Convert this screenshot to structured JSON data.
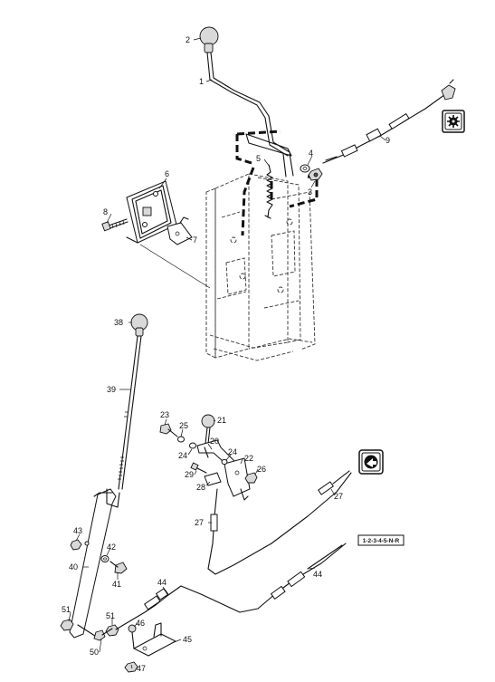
{
  "labels": {
    "l1": "1",
    "l2": "2",
    "l3": "3",
    "l4": "4",
    "l5": "5",
    "l6": "6",
    "l7": "7",
    "l8": "8",
    "l9": "9",
    "l20": "20",
    "l21": "21",
    "l22": "22",
    "l23": "23",
    "l24a": "24",
    "l24b": "24",
    "l25": "25",
    "l26": "26",
    "l27a": "27",
    "l27b": "27",
    "l28": "28",
    "l29": "29",
    "l38": "38",
    "l39": "39",
    "l40": "40",
    "l41": "41",
    "l42": "42",
    "l43": "43",
    "l44a": "44",
    "l44b": "44",
    "l45": "45",
    "l46": "46",
    "l47": "47",
    "l50": "50",
    "l51a": "51",
    "l51b": "51"
  },
  "model_code": "1-2-3-4-5-N-R",
  "icons": {
    "top": "gear-sprocket-icon",
    "mid": "rotation-arrow-icon"
  }
}
